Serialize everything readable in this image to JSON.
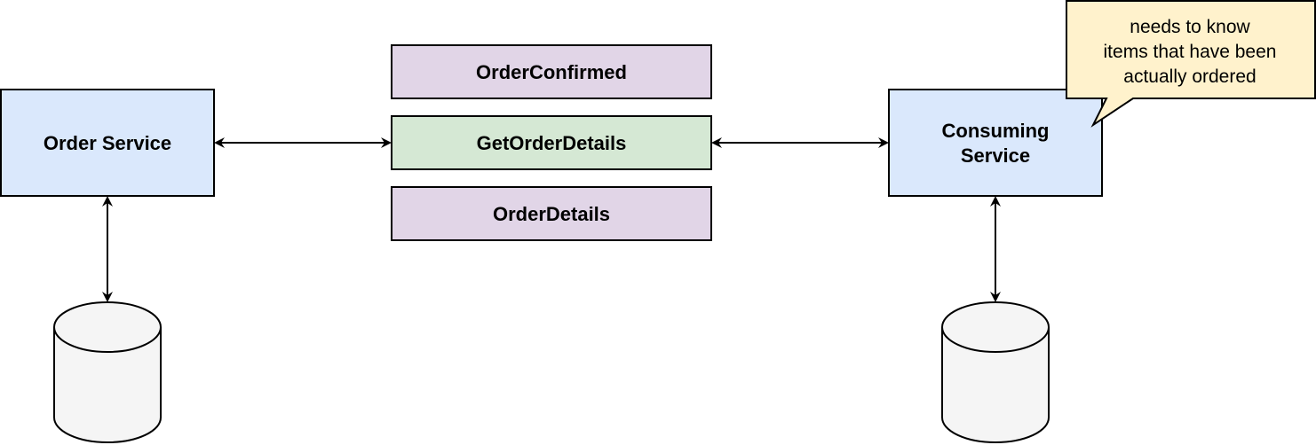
{
  "services": {
    "order_service": {
      "label": "Order Service"
    },
    "consuming_service": {
      "label_lines": [
        "Consuming",
        "Service"
      ]
    }
  },
  "messages": {
    "order_confirmed": "OrderConfirmed",
    "get_order_details": "GetOrderDetails",
    "order_details": "OrderDetails"
  },
  "note": {
    "lines": [
      "needs to know",
      "items that have been",
      "actually ordered"
    ]
  },
  "colors": {
    "service_fill": "#dae8fc",
    "event_fill": "#e1d5e7",
    "request_fill": "#d5e8d4",
    "note_fill": "#fff2cc",
    "database_fill": "#f5f5f5",
    "stroke": "#000000"
  }
}
